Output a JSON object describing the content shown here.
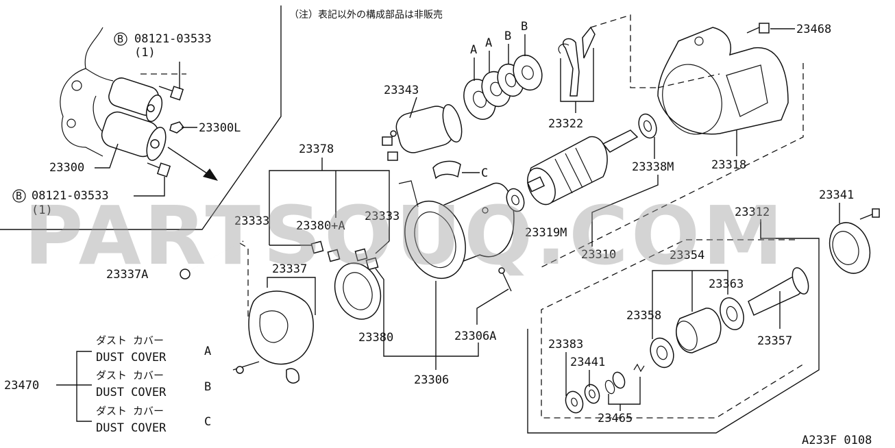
{
  "note": "（注）表記以外の構成部品は非販売",
  "figure_code": "A233F 0108",
  "watermark": "PARTSOUQ.COM",
  "bolt_marker": "B",
  "labels": {
    "p23300": "23300",
    "p23300L": "23300L",
    "bolt_top": "08121-03533",
    "bolt_top_qty": "(1)",
    "bolt_bottom": "08121-03533",
    "bolt_bottom_qty": "(1)",
    "p23343": "23343",
    "p23378": "23378",
    "p23333a": "23333",
    "p23333b": "23333",
    "p23380A": "23380+A",
    "p23337A": "23337A",
    "p23337": "23337",
    "p23380": "23380",
    "p23306A": "23306A",
    "p23306": "23306",
    "p23322": "23322",
    "p23338M": "23338M",
    "p23318": "23318",
    "p23468": "23468",
    "p23319M": "23319M",
    "p23310": "23310",
    "p23341": "23341",
    "p23312": "23312",
    "p23354": "23354",
    "p23363": "23363",
    "p23358": "23358",
    "p23357": "23357",
    "p23383": "23383",
    "p23441": "23441",
    "p23465": "23465",
    "p23470": "23470",
    "shim_a1": "A",
    "shim_a2": "A",
    "shim_b1": "B",
    "shim_b2": "B",
    "shim_c": "C"
  },
  "dust_covers": [
    {
      "jp": "ダスト カバー",
      "en": "DUST COVER",
      "code": "A"
    },
    {
      "jp": "ダスト カバー",
      "en": "DUST COVER",
      "code": "B"
    },
    {
      "jp": "ダスト カバー",
      "en": "DUST COVER",
      "code": "C"
    }
  ]
}
